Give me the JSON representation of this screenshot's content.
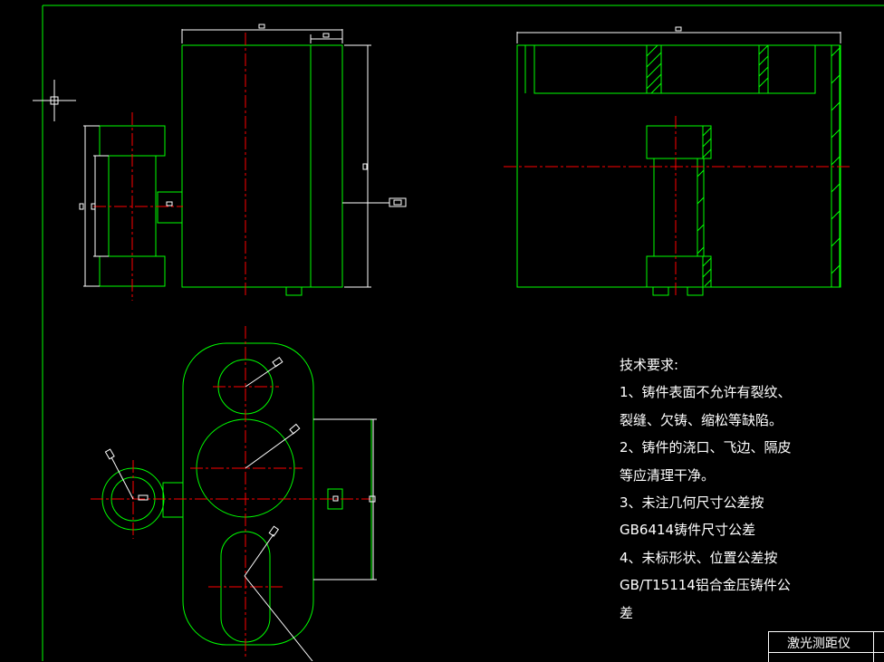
{
  "drawing": {
    "colors": {
      "background": "#000000",
      "outline": "#00ff00",
      "centerline": "#ff0000",
      "dimension": "#ffffff",
      "text": "#ffffff"
    }
  },
  "notes": {
    "heading": "技术要求:",
    "lines": [
      "1、铸件表面不允许有裂纹、",
      "裂缝、欠铸、缩松等缺陷。",
      "2、铸件的浇口、飞边、隔皮",
      "等应清理干净。",
      "3、未注几何尺寸公差按",
      "GB6414铸件尺寸公差",
      "4、未标形状、位置公差按",
      "GB/T15114铝合金压铸件公",
      "差"
    ]
  },
  "title_block": {
    "title": "激光测距仪"
  }
}
